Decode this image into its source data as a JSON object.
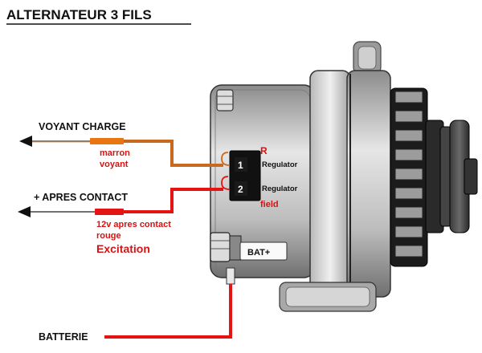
{
  "title": "ALTERNATEUR 3 FILS",
  "labels": {
    "voyant_charge": "VOYANT CHARGE",
    "marron": "marron",
    "voyant": "voyant",
    "apres_contact": "+ APRES CONTACT",
    "apres_contact_12v": "12v apres contact",
    "rouge": "rouge",
    "excitation": "Excitation",
    "batterie": "BATTERIE",
    "r": "R",
    "field": "field",
    "bat_plus": "BAT+"
  },
  "terminals": [
    {
      "number": "1",
      "label": "Regulator"
    },
    {
      "number": "2",
      "label": "Regulator"
    }
  ],
  "colors": {
    "wire_brown": "#c8691d",
    "wire_red": "#e41414",
    "label_red": "#d21414",
    "text": "#111111"
  }
}
